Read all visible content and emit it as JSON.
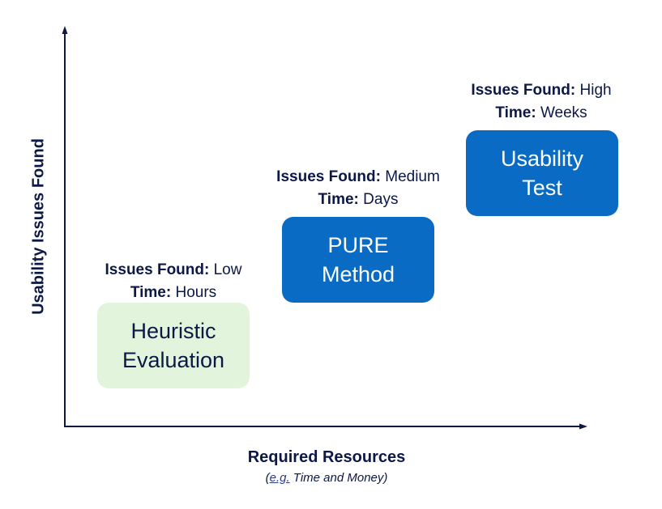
{
  "axes": {
    "y_label": "Usability Issues Found",
    "x_label": "Required Resources",
    "x_sublabel_prefix": "(",
    "x_sublabel_example": "e.g.",
    "x_sublabel_rest": " Time and Money)"
  },
  "methods": [
    {
      "name_line1": "Heuristic",
      "name_line2": "Evaluation",
      "issues_label": "Issues Found:",
      "issues_value": "Low",
      "time_label": "Time:",
      "time_value": "Hours",
      "color": "#e2f5dc"
    },
    {
      "name_line1": "PURE",
      "name_line2": "Method",
      "issues_label": "Issues Found:",
      "issues_value": "Medium",
      "time_label": "Time:",
      "time_value": "Days",
      "color": "#0a6bc4"
    },
    {
      "name_line1": "Usability",
      "name_line2": "Test",
      "issues_label": "Issues Found:",
      "issues_value": "High",
      "time_label": "Time:",
      "time_value": "Weeks",
      "color": "#0a6bc4"
    }
  ],
  "colors": {
    "axis": "#0c1846",
    "text": "#0c1846",
    "box_blue": "#0a6bc4",
    "box_green": "#e2f5dc"
  }
}
